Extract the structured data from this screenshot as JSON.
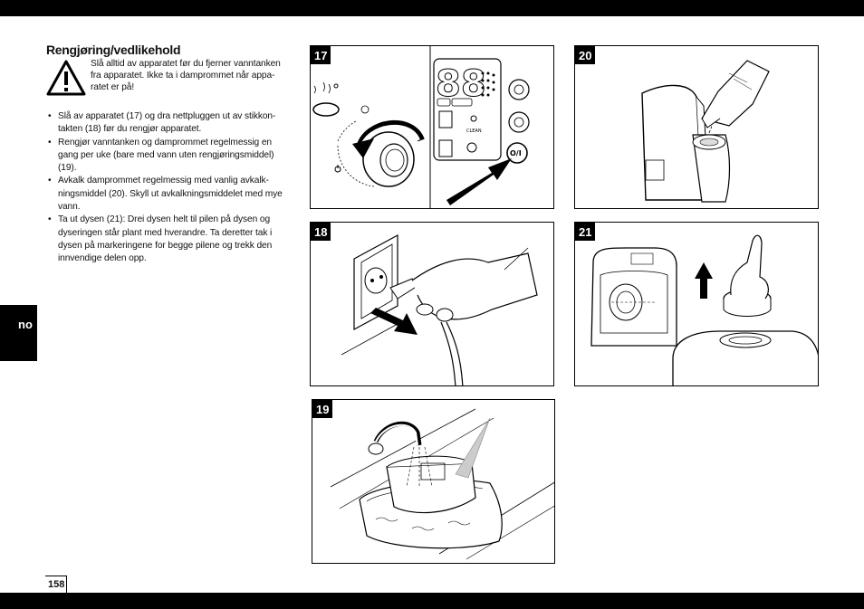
{
  "section": {
    "title": "Rengjøring/vedlikehold",
    "warning": "Slå alltid av apparatet før du fjerner vanntanken fra apparatet. Ikke ta i damprommet når appa-ratet er på!"
  },
  "bullets": [
    "Slå av apparatet (17) og dra nettpluggen ut av stikkon-takten (18) før du rengjør apparatet.",
    "Rengjør vanntanken og damprommet regelmessig en gang per uke (bare med vann uten rengjøringsmiddel) (19).",
    "Avkalk damprommet regelmessig med vanlig avkalk-ningsmiddel (20). Skyll ut avkalkningsmiddelet med mye vann.",
    "Ta ut dysen (21): Drei dysen helt til pilen på dysen og dyseringen står plant med hverandre. Ta deretter tak i dysen på markeringene for begge pilene og trekk den innvendige delen opp."
  ],
  "figures": {
    "f17": "17",
    "f18": "18",
    "f19": "19",
    "f20": "20",
    "f21": "21"
  },
  "fig17_display": {
    "digits": "88",
    "button_power": "O/I",
    "label_clean": "CLEAN"
  },
  "language_tab": "no",
  "page_number": "158"
}
